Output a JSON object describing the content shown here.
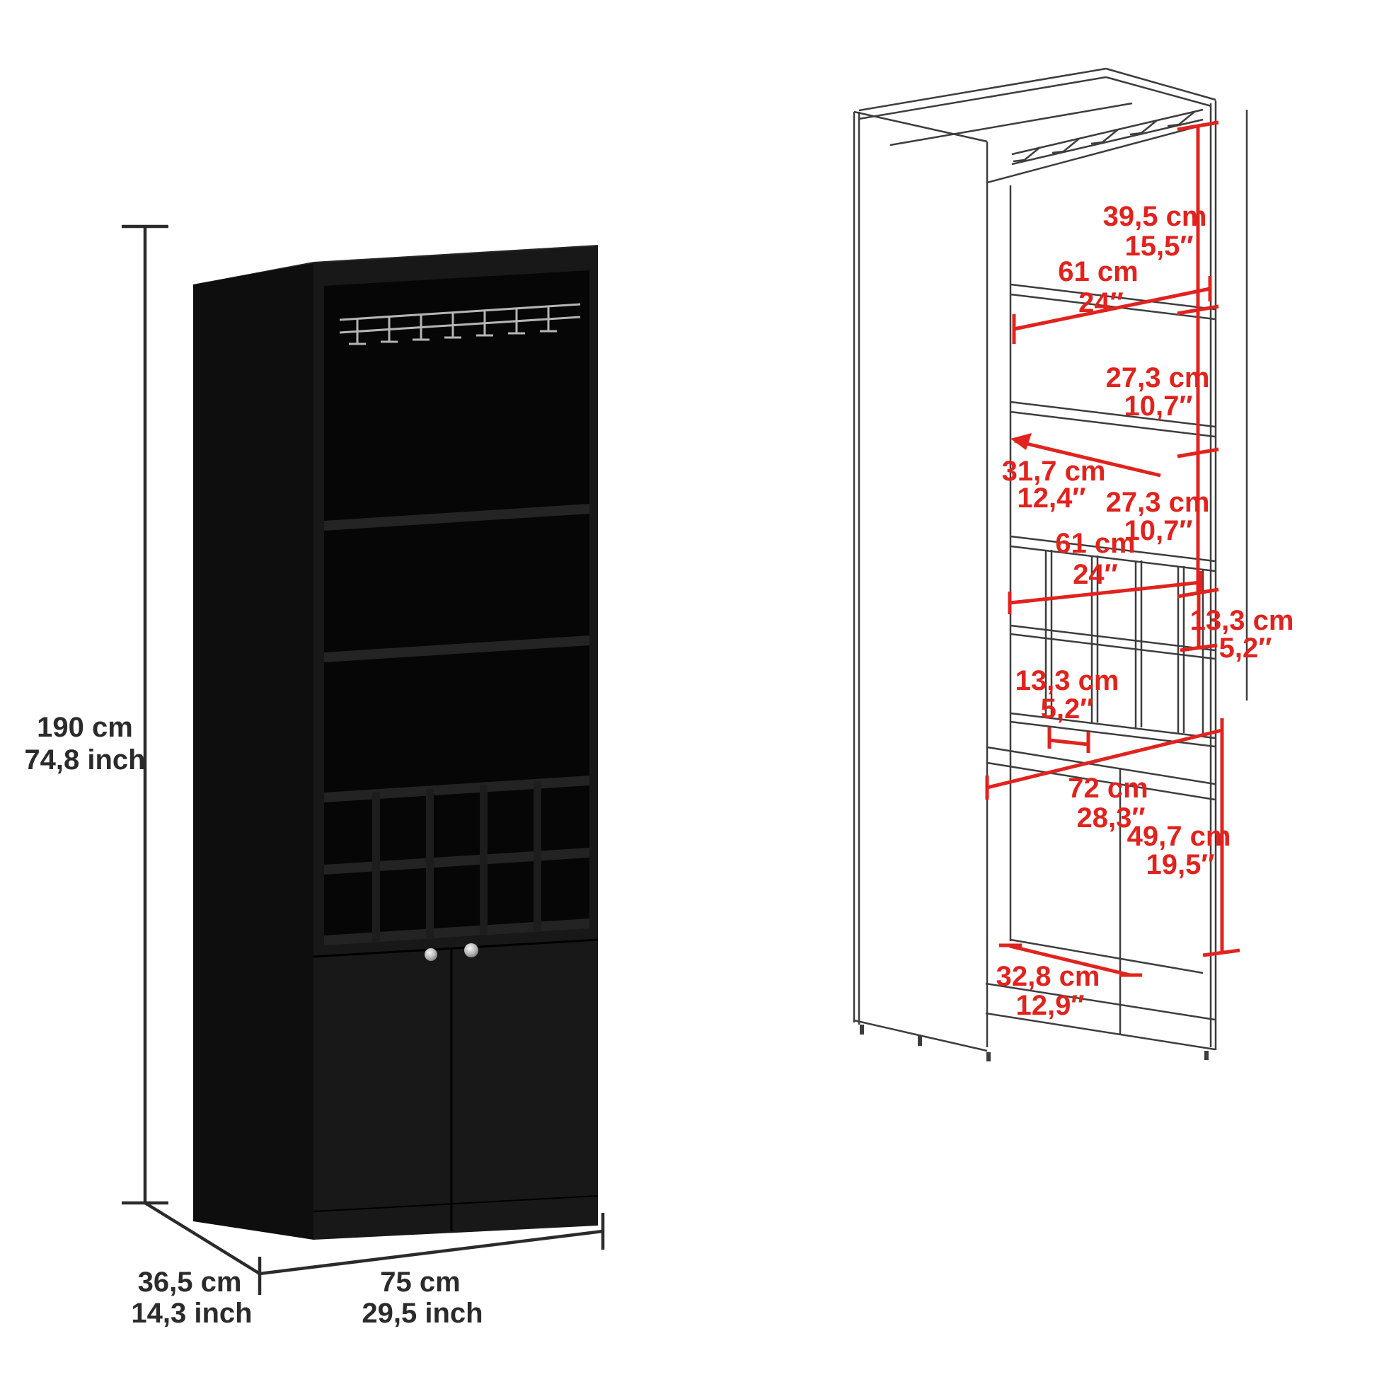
{
  "diagram_type": "bar cabinet product dimension diagram",
  "colors": {
    "dimension_red": "#e0231e",
    "dimension_black": "#2b2b2b",
    "cabinet_black": "#161616",
    "wireframe_gray": "#3d3d3d",
    "background": "#ffffff"
  },
  "overall_view": {
    "height": {
      "cm": "190 cm",
      "inch": "74,8 inch"
    },
    "depth": {
      "cm": "36,5 cm",
      "inch": "14,3 inch"
    },
    "width": {
      "cm": "75 cm",
      "inch": "29,5 inch"
    }
  },
  "detail_view": {
    "top_section_height": {
      "cm": "39,5 cm",
      "inch": "15,5″"
    },
    "shelf_width_upper": {
      "cm": "61 cm",
      "inch": "24″"
    },
    "shelf_gap_upper": {
      "cm": "27,3 cm",
      "inch": "10,7″"
    },
    "shelf_depth": {
      "cm": "31,7 cm",
      "inch": "12,4″"
    },
    "shelf_gap_lower": {
      "cm": "27,3 cm",
      "inch": "10,7″"
    },
    "shelf_width_lower": {
      "cm": "61 cm",
      "inch": "24″"
    },
    "cubby_height": {
      "cm": "13,3 cm",
      "inch": "5,2″"
    },
    "cubby_width": {
      "cm": "13,3 cm",
      "inch": "5,2″"
    },
    "lower_interior_width": {
      "cm": "72 cm",
      "inch": "28,3″"
    },
    "lower_interior_height": {
      "cm": "49,7 cm",
      "inch": "19,5″"
    },
    "lower_interior_depth": {
      "cm": "32,8 cm",
      "inch": "12,9″"
    }
  }
}
